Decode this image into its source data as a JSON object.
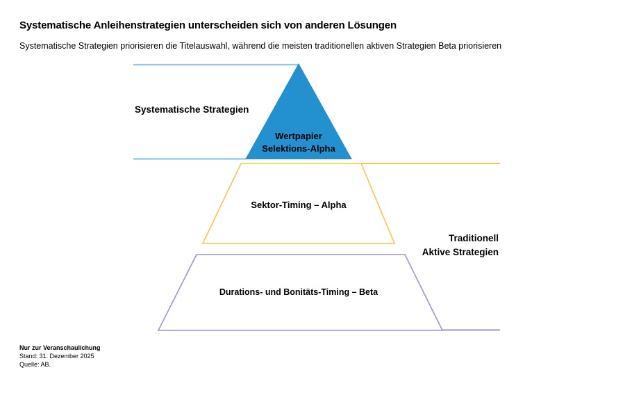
{
  "headline": "Systematische Anleihenstrategien unterscheiden sich von anderen Lösungen",
  "subhead": "Systematische Strategien priorisieren die Titelauswahl, während die meisten traditionellen aktiven Strategien Beta priorisieren",
  "colors": {
    "tier_top_line": "#8BC9EA",
    "tier_top_fill": "#2391CF",
    "tier_mid_line": "#FBC351",
    "tier_bottom_line": "#9A95CC",
    "text": "#000000",
    "background": "#FFFFFF"
  },
  "chart_data": {
    "type": "diagram",
    "subtype": "pyramid",
    "title": "Systematische Anleihenstrategien unterscheiden sich von anderen Lösungen",
    "subtitle": "Systematische Strategien priorisieren die Titelauswahl, während die meisten traditionellen aktiven Strategien Beta priorisieren",
    "orientation": "apex-up",
    "tiers": [
      {
        "level": 1,
        "label": "Wertpapier Selektions-Alpha",
        "label_lines": [
          "Wertpapier",
          "Selektions-Alpha"
        ],
        "shape": "triangle",
        "filled": true,
        "fill": "#2391CF",
        "stroke": "#8BC9EA",
        "label_position": "inside"
      },
      {
        "level": 2,
        "label": "Sektor-Timing – Alpha",
        "label_lines": [
          "Sektor-Timing – Alpha"
        ],
        "shape": "trapezoid",
        "filled": false,
        "fill": "none",
        "stroke": "#FBC351",
        "label_position": "inside"
      },
      {
        "level": 3,
        "label": "Durations- und Bonitäts-Timing – Beta",
        "label_lines": [
          "Durations- und Bonitäts-Timing – Beta"
        ],
        "shape": "trapezoid",
        "filled": false,
        "fill": "none",
        "stroke": "#9A95CC",
        "label_position": "inside"
      }
    ],
    "group_labels": [
      {
        "label": "Systematische Strategien",
        "label_lines": [
          "Systematische Strategien"
        ],
        "side": "left",
        "covers_tiers": [
          1
        ]
      },
      {
        "label": "Traditionell Aktive Strategien",
        "label_lines": [
          "Traditionell",
          "Aktive Strategien"
        ],
        "side": "right",
        "covers_tiers": [
          2,
          3
        ]
      }
    ]
  },
  "labels": {
    "systematische": "Systematische Strategien",
    "traditionell_line1": "Traditionell",
    "traditionell_line2": "Aktive Strategien",
    "tier1_line1": "Wertpapier",
    "tier1_line2": "Selektions-Alpha",
    "tier2": "Sektor-Timing – Alpha",
    "tier3": "Durations- und Bonitäts-Timing – Beta"
  },
  "footer": {
    "line1": "Nur zur Veranschaulichung",
    "line2": "Stand: 31. Dezember 2025",
    "line3": "Quelle: AB."
  }
}
